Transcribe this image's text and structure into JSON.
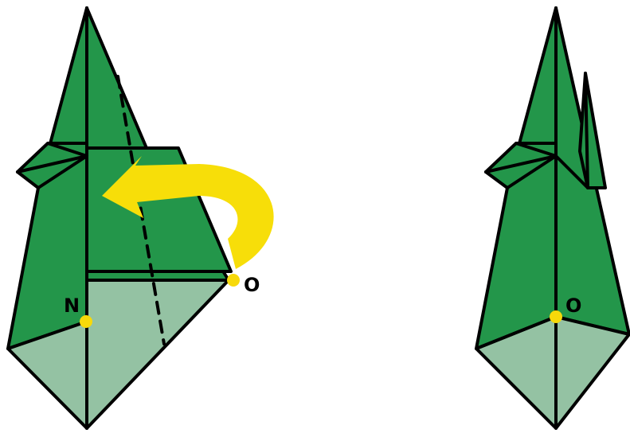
{
  "colors": {
    "dark_green": "#23964a",
    "light_green": "#94c2a3",
    "stroke": "#000000",
    "point": "#f7d90a",
    "arrow": "#f7de09"
  },
  "left_figure": {
    "point_n_label": "N",
    "point_o_label": "O"
  },
  "right_figure": {
    "point_o_label": "O"
  }
}
